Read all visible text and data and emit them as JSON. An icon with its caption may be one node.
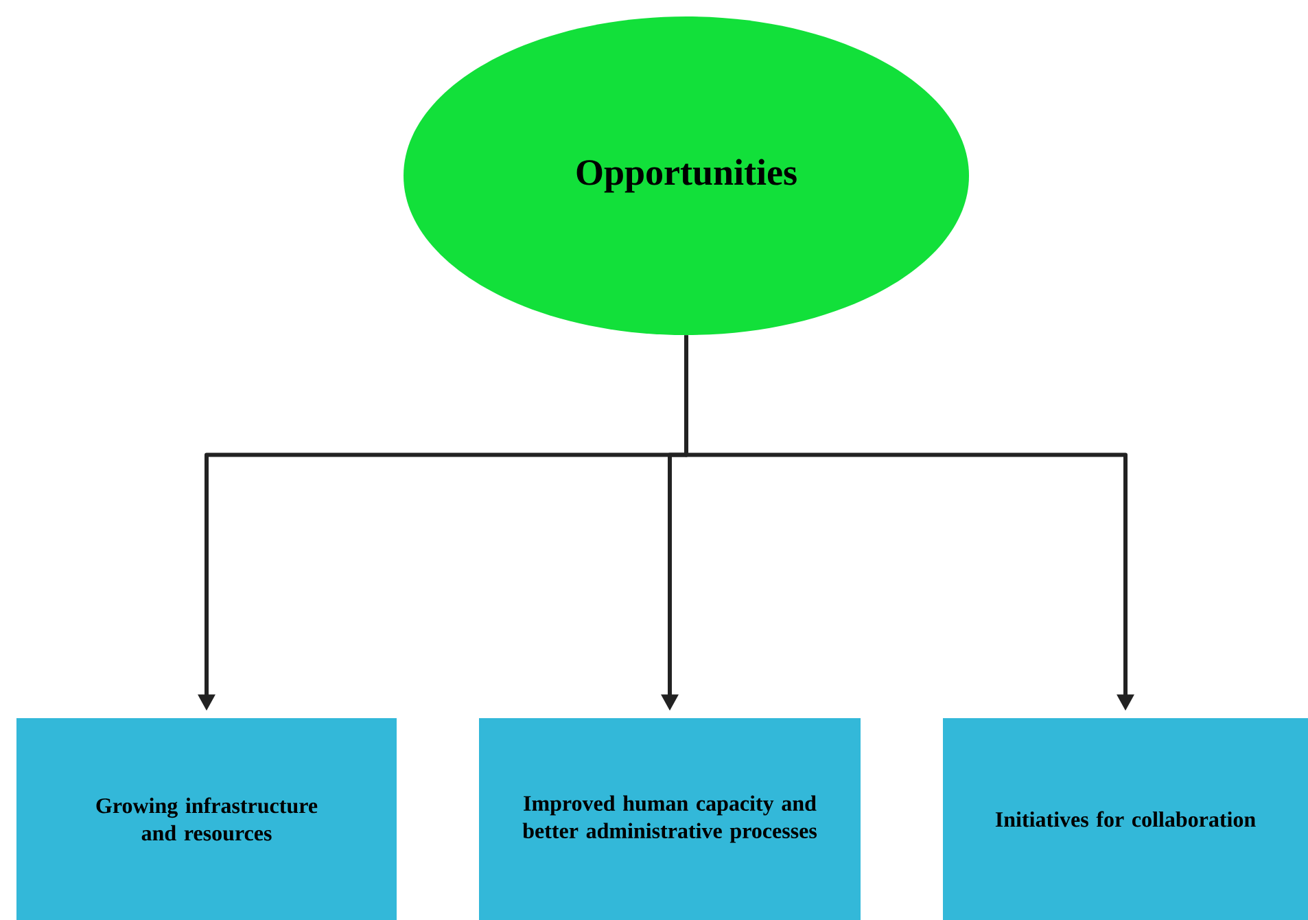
{
  "diagram": {
    "nodes": [
      {
        "text": [
          "Opportunities"
        ]
      },
      {
        "text": [
          "Growing infrastructure and resources"
        ]
      },
      {
        "text": [
          "Improved human capacity and better administrative processes"
        ]
      },
      {
        "text": [
          "Initiatives for collaboration"
        ]
      }
    ],
    "edges": [
      {
        "from": 0,
        "to": 1,
        "arrow": "to"
      },
      {
        "from": 0,
        "to": 2,
        "arrow": "to"
      },
      {
        "from": 0,
        "to": 3,
        "arrow": "to"
      }
    ]
  }
}
